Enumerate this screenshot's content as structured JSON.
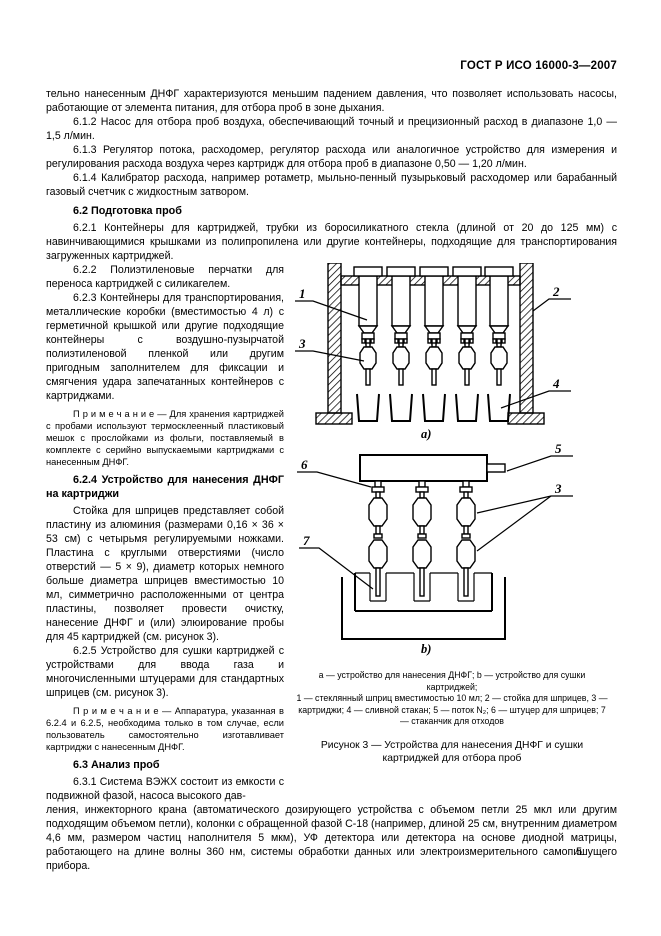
{
  "colors": {
    "ink": "#000000",
    "paper": "#ffffff"
  },
  "header": {
    "doc_code": "ГОСТ Р ИСО 16000-3—2007",
    "page_number": "5"
  },
  "top": {
    "p_cont": "тельно нанесенным ДНФГ характеризуются меньшим падением давления, что позволяет использовать насосы, работающие от элемента питания, для отбора проб в зоне дыхания.",
    "p612": "6.1.2 Насос для отбора проб воздуха, обеспечивающий точный и прецизионный расход в диапазоне 1,0 — 1,5 л/мин.",
    "p613": "6.1.3 Регулятор потока, расходомер, регулятор расхода или аналогичное устройство для измерения и регулирования расхода воздуха через картридж для отбора проб в диапазоне 0,50 — 1,20 л/мин.",
    "p614": "6.1.4 Калибратор расхода, например ротаметр, мыльно-пенный пузырьковый расходомер или барабанный газовый счетчик с жидкостным затвором.",
    "h62": "6.2 Подготовка проб",
    "p621": "6.2.1 Контейнеры для картриджей, трубки из боросиликатного стекла (длиной от 20 до 125 мм) с навинчивающимися крышками из полипропилена или другие контейнеры, подходящие для транспортирования загруженных картриджей."
  },
  "left": {
    "p622": "6.2.2 Полиэтиленовые перчатки для переноса картриджей с силикагелем.",
    "p623": "6.2.3 Контейнеры для транспортирования, металлические коробки (вместимостью 4 л) с герметичной крышкой или другие подходящие контейнеры с воздушно-пузырчатой полиэтиленовой пленкой или другим пригодным заполнителем для фиксации и смягчения удара запечатанных контейнеров с картриджами.",
    "note1": "П р и м е ч а н и е — Для хранения картриджей с пробами используют термосклеенный пластиковый мешок с прослойками из фольги, поставляемый в комплекте с серийно выпускаемыми картриджами с нанесенным ДНФГ.",
    "h624": "6.2.4 Устройство для нанесения ДНФГ на картриджи",
    "p624": "Стойка для шприцев представляет собой пластину из алюминия (размерами 0,16 × 36 × 53 см) с четырьмя регулируемыми ножками. Пластина с круглыми отверстиями (число отверстий — 5 × 9), диаметр которых немного больше диаметра шприцев вместимостью 10 мл, симметрично расположенными от центра пластины, позволяет провести очистку, нанесение ДНФГ и (или) элюирование пробы для 45 картриджей (см. рисунок 3).",
    "p625": "6.2.5 Устройство для сушки картриджей с устройствами для ввода газа и многочисленными штуцерами для стандартных шприцев (см. рисунок 3).",
    "note2": "П р и м е ч а н и е — Аппаратура, указанная в 6.2.4 и 6.2.5, необходима только в том случае, если пользователь самостоятельно изготавливает картриджи с нанесенным ДНФГ.",
    "h63": "6.3 Анализ проб",
    "p631_start": "6.3.1 Система ВЭЖХ состоит из емкости с подвижной фазой, насоса высокого дав-"
  },
  "bottom": {
    "p631_cont": "ления, инжекторного крана (автоматического дозирующего устройства с объемом петли 25 мкл или другим подходящим объемом петли), колонки с обращенной фазой С-18 (например, длиной 25 см, внутренним диаметром 4,6 мм, размером частиц наполнителя 5 мкм), УФ детектора или детектора на основе диодной матрицы, работающего на длине волны 360 нм, системы обработки данных или электроизмерительного самопишущего прибора."
  },
  "figure": {
    "label_a": "а)",
    "label_b": "b)",
    "callouts": {
      "c1": "1",
      "c2": "2",
      "c3": "3",
      "c4": "4",
      "c5": "5",
      "c6": "6",
      "c7": "7"
    },
    "legend_ab": "a — устройство для нанесения ДНФГ; b — устройство для сушки картриджей;",
    "legend_items": "1 — стеклянный шприц вместимостью 10 мл; 2 — стойка для шприцев, 3 — картриджи; 4 — сливной стакан; 5 — поток N₂; 6 — штуцер для шприцев; 7 — стаканчик для отходов",
    "caption": "Рисунок 3 — Устройства для нанесения ДНФГ и сушки картриджей для отбора проб"
  }
}
